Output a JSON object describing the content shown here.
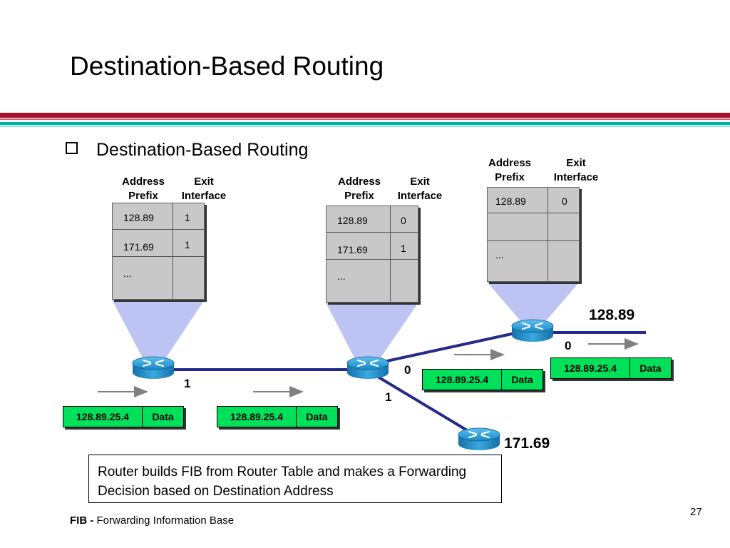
{
  "slide": {
    "title": "Destination-Based Routing",
    "bullet": "Destination-Based Routing",
    "page_number": "27",
    "footnote": {
      "term": "FIB -",
      "definition": "Forwarding Information Base"
    },
    "caption": "Router builds FIB from Router Table and makes a Forwarding Decision based on Destination Address"
  },
  "colors": {
    "band_top": "#a5112a",
    "band_bottom": "#00b0a0",
    "packet_fill": "#00e05a",
    "link": "#242a8a",
    "router": "#2b9ed6",
    "fib_fill": "#c8c8c8",
    "cone": "#b6bcf2"
  },
  "fib_header": {
    "prefix": "Address Prefix",
    "interface": "Exit Interface"
  },
  "tables": [
    {
      "rows": [
        {
          "prefix": "128.89",
          "iface": "1"
        },
        {
          "prefix": "171.69",
          "iface": "1"
        },
        {
          "prefix": "...",
          "iface": ""
        }
      ]
    },
    {
      "rows": [
        {
          "prefix": "128.89",
          "iface": "0"
        },
        {
          "prefix": "171.69",
          "iface": "1"
        },
        {
          "prefix": "...",
          "iface": ""
        }
      ]
    },
    {
      "rows": [
        {
          "prefix": "128.89",
          "iface": "0"
        },
        {
          "prefix": "",
          "iface": ""
        },
        {
          "prefix": "...",
          "iface": ""
        }
      ]
    }
  ],
  "packets": [
    {
      "address": "128.89.25.4",
      "payload": "Data"
    },
    {
      "address": "128.89.25.4",
      "payload": "Data"
    },
    {
      "address": "128.89.25.4",
      "payload": "Data"
    },
    {
      "address": "128.89.25.4",
      "payload": "Data"
    }
  ],
  "interface_labels": {
    "r1_out": "1",
    "r2_out_top": "0",
    "r2_out_bottom": "1",
    "r3_out": "0"
  },
  "networks": {
    "east": "128.89",
    "south": "171.69"
  }
}
